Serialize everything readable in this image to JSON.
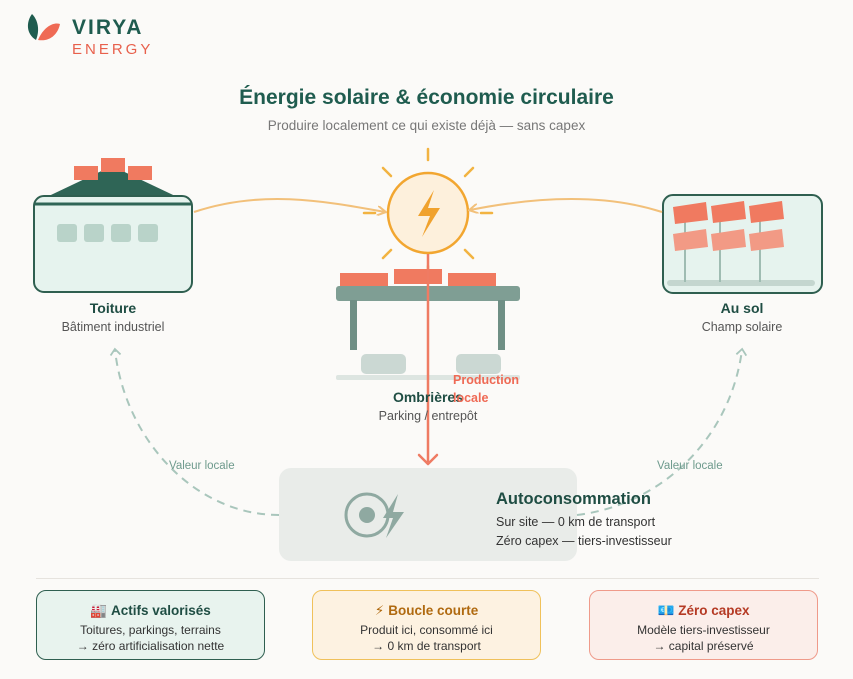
{
  "brand": {
    "name": "VIRYA",
    "tagline": "ENERGY",
    "colors": {
      "primary": "#1f5c4f",
      "accent": "#e8604c"
    }
  },
  "header": {
    "title": "Énergie solaire & économie circulaire",
    "subtitle": "Produire localement ce qui existe déjà — sans capex"
  },
  "nodes": {
    "toiture": {
      "title": "Toiture",
      "subtitle": "Bâtiment industriel",
      "icon": "industrial-roof-icon"
    },
    "sol": {
      "title": "Au sol",
      "subtitle": "Champ solaire",
      "icon": "ground-solar-field-icon"
    },
    "ombrieres": {
      "title": "Ombrières",
      "subtitle": "Parking / entrepôt",
      "icon": "carport-icon"
    },
    "sun": {
      "icon": "sun-lightning-icon"
    }
  },
  "flow": {
    "label_line1": "Production",
    "label_line2": "locale"
  },
  "loops": {
    "left": "Valeur locale",
    "right": "Valeur locale"
  },
  "autoconsommation": {
    "title": "Autoconsommation",
    "line1": "Sur site — 0 km de transport",
    "line2": "Zéro capex — tiers-investisseur",
    "icon": "self-consumption-icon"
  },
  "cards": [
    {
      "icon": "🏭",
      "title": "Actifs valorisés",
      "line1": "Toitures, parkings, terrains",
      "line2": "→ zéro artificialisation nette"
    },
    {
      "icon": "⚡",
      "title": "Boucle courte",
      "line1": "Produit ici, consommé ici",
      "line2": "→ 0 km de transport"
    },
    {
      "icon": "💶",
      "title": "Zéro capex",
      "line1": "Modèle tiers-investisseur",
      "line2": "→ capital préservé"
    }
  ]
}
